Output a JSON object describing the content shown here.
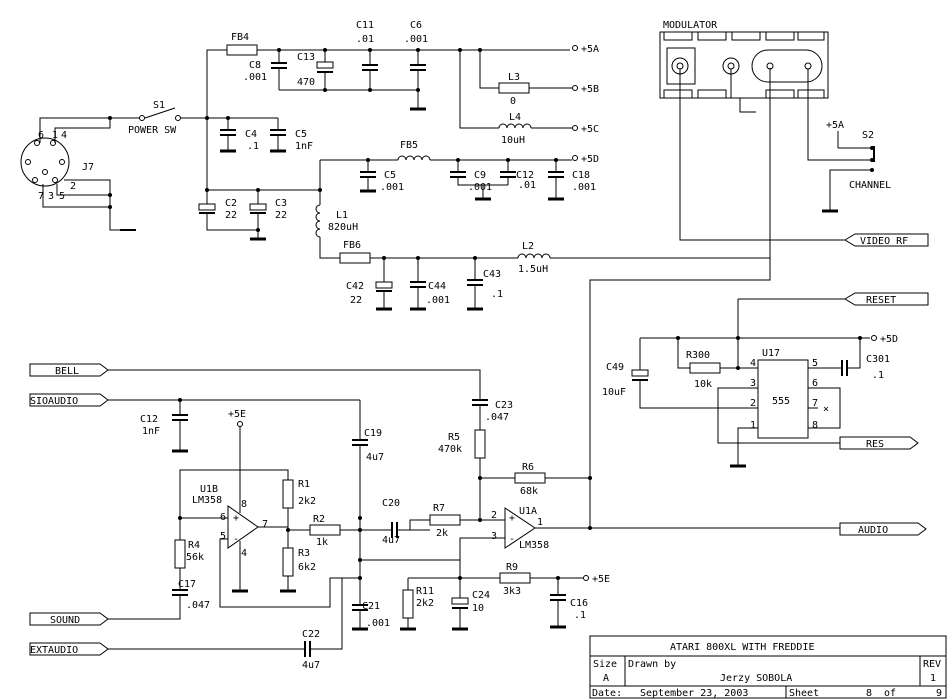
{
  "title_block": {
    "title": "ATARI 800XL WITH FREDDIE",
    "size_label": "Size",
    "size_value": "A",
    "drawn_by_label": "Drawn by",
    "drawn_by_value": "Jerzy SOBOLA",
    "rev_label": "REV",
    "rev_value": "1",
    "date_label": "Date:",
    "date_value": "September 23, 2003",
    "sheet_label": "Sheet",
    "sheet_value": "8",
    "sheet_of": "of",
    "sheet_total": "9"
  },
  "modulator": {
    "label": "MODULATOR"
  },
  "switch_s1": {
    "ref": "S1",
    "name": "POWER SW"
  },
  "switch_s2": {
    "ref": "S2",
    "name": "CHANNEL",
    "supply": "+5A"
  },
  "connector_j7": {
    "ref": "J7",
    "pins": [
      "6",
      "1",
      "4",
      "2",
      "7",
      "3",
      "5"
    ]
  },
  "nets": {
    "p5a": "+5A",
    "p5b": "+5B",
    "p5c": "+5C",
    "p5d": "+5D",
    "p5d_u17": "+5D",
    "p5e_u1b": "+5E",
    "p5e_r9": "+5E",
    "video_rf": "VIDEO RF",
    "reset": "RESET",
    "res": "RES",
    "audio": "AUDIO",
    "bell": "BELL",
    "sioaudio": "SIOAUDIO",
    "sound": "SOUND",
    "extaudio": "EXTAUDIO"
  },
  "parts": {
    "fb4": "FB4",
    "fb5": "FB5",
    "fb6": "FB6",
    "c11": {
      "ref": "C11",
      "val": ".01"
    },
    "c6": {
      "ref": "C6",
      "val": ".001"
    },
    "c8": {
      "ref": "C8",
      "val": ".001"
    },
    "c13": {
      "ref": "C13",
      "val": "470"
    },
    "l3": {
      "ref": "L3",
      "val": "0"
    },
    "l4": {
      "ref": "L4",
      "val": "10uH"
    },
    "c4": {
      "ref": "C4",
      "val": ".1"
    },
    "c5a": {
      "ref": "C5",
      "val": "1nF"
    },
    "c5b": {
      "ref": "C5",
      "val": ".001"
    },
    "c9": {
      "ref": "C9",
      "val": ".001"
    },
    "c12a": {
      "ref": "C12",
      "val": ".01"
    },
    "c18": {
      "ref": "C18",
      "val": ".001"
    },
    "c2": {
      "ref": "C2",
      "val": "22"
    },
    "c3": {
      "ref": "C3",
      "val": "22"
    },
    "l1": {
      "ref": "L1",
      "val": "820uH"
    },
    "l2": {
      "ref": "L2",
      "val": "1.5uH"
    },
    "c42": {
      "ref": "C42",
      "val": "22"
    },
    "c44": {
      "ref": "C44",
      "val": ".001"
    },
    "c43": {
      "ref": "C43",
      "val": ".1"
    },
    "c49": {
      "ref": "C49",
      "val": "10uF"
    },
    "r300": {
      "ref": "R300",
      "val": "10k"
    },
    "u17": {
      "ref": "U17",
      "val": "555",
      "pins": [
        "4",
        "5",
        "3",
        "6",
        "2",
        "7",
        "1",
        "8"
      ]
    },
    "c301": {
      "ref": "C301",
      "val": ".1"
    },
    "c12b": {
      "ref": "C12",
      "val": "1nF"
    },
    "c19": {
      "ref": "C19",
      "val": "4u7"
    },
    "c23": {
      "ref": "C23",
      "val": ".047"
    },
    "r5": {
      "ref": "R5",
      "val": "470k"
    },
    "u1b": {
      "ref": "U1B",
      "val": "LM358",
      "pins": [
        "8",
        "6",
        "7",
        "5",
        "4"
      ]
    },
    "r1": {
      "ref": "R1",
      "val": "2k2"
    },
    "r2": {
      "ref": "R2",
      "val": "1k"
    },
    "r3": {
      "ref": "R3",
      "val": "6k2"
    },
    "r4": {
      "ref": "R4",
      "val": "56k"
    },
    "c17": {
      "ref": "C17",
      "val": ".047"
    },
    "c20": {
      "ref": "C20",
      "val": "4u7"
    },
    "r7": {
      "ref": "R7",
      "val": "2k"
    },
    "r6": {
      "ref": "R6",
      "val": "68k"
    },
    "u1a": {
      "ref": "U1A",
      "val": "LM358",
      "pins": [
        "2",
        "1",
        "3"
      ]
    },
    "r11": {
      "ref": "R11",
      "val": "2k2"
    },
    "c24": {
      "ref": "C24",
      "val": "10"
    },
    "r9": {
      "ref": "R9",
      "val": "3k3"
    },
    "c16": {
      "ref": "C16",
      "val": ".1"
    },
    "c21": {
      "ref": "C21",
      "val": ".001"
    },
    "c22": {
      "ref": "C22",
      "val": "4u7"
    }
  }
}
